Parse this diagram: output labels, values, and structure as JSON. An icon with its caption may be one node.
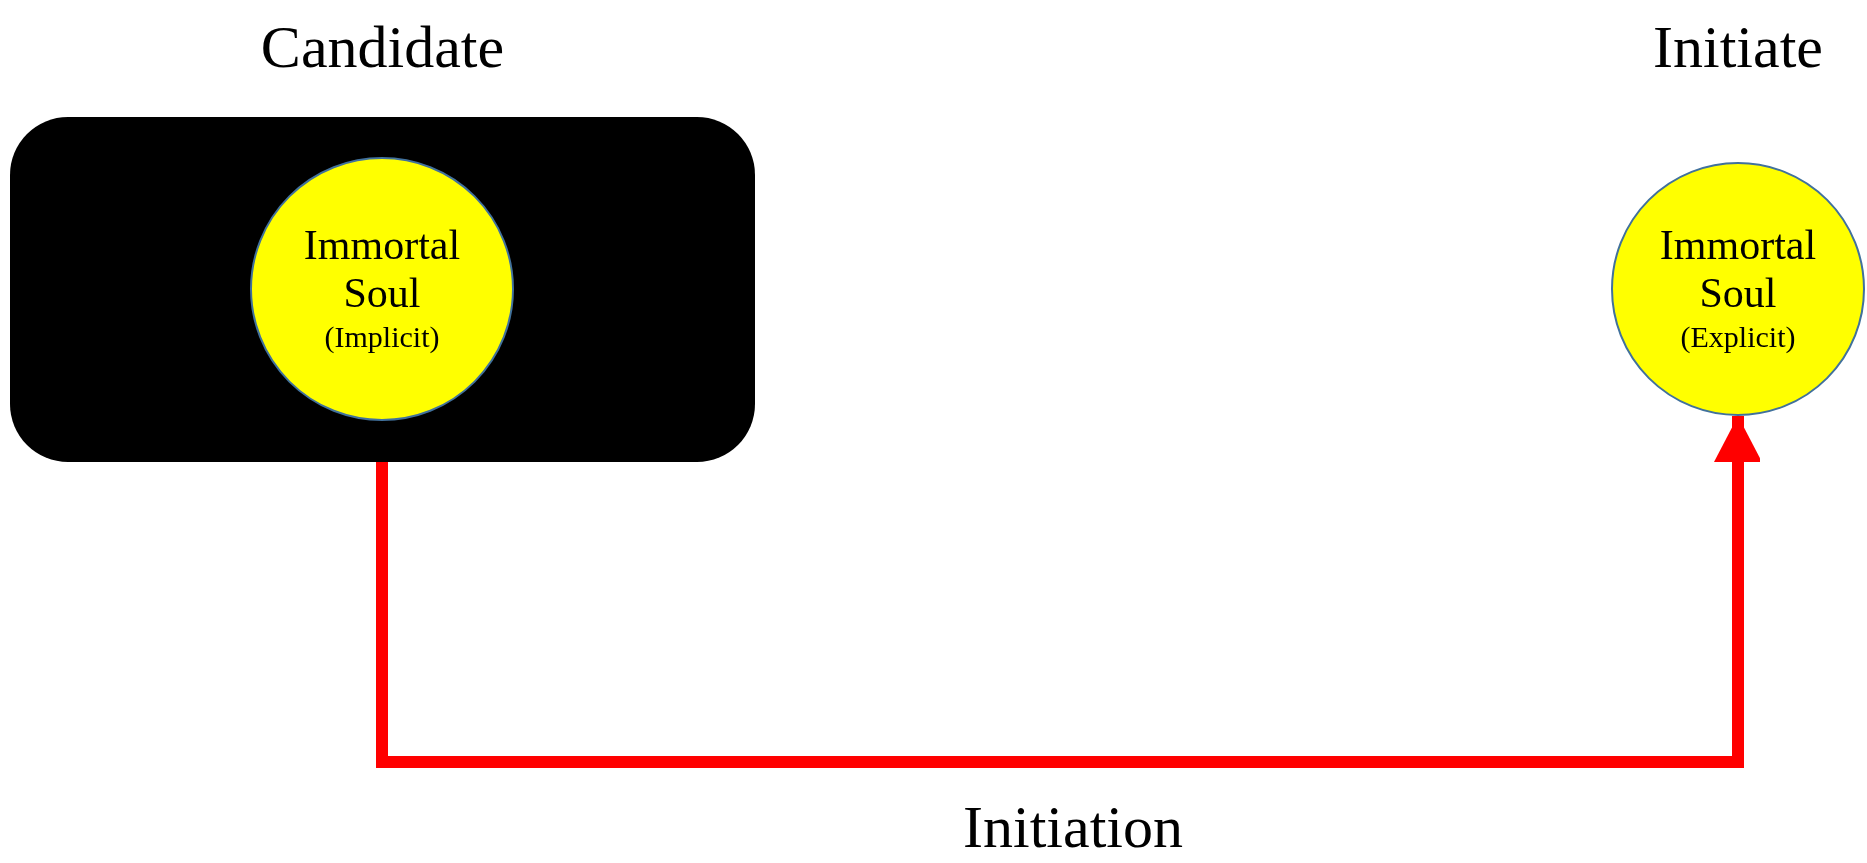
{
  "diagram": {
    "nodes": [
      {
        "text": [
          "Candidate"
        ]
      },
      {
        "text": [
          "Immortal Soul",
          "(Implicit)"
        ],
        "in": 0
      },
      {
        "text": [
          "Initiate",
          "Immortal Soul",
          "(Explicit)"
        ]
      }
    ],
    "edges": [
      {
        "from": 0,
        "to": 2,
        "arrow": "to",
        "label": "Initiation"
      }
    ]
  }
}
